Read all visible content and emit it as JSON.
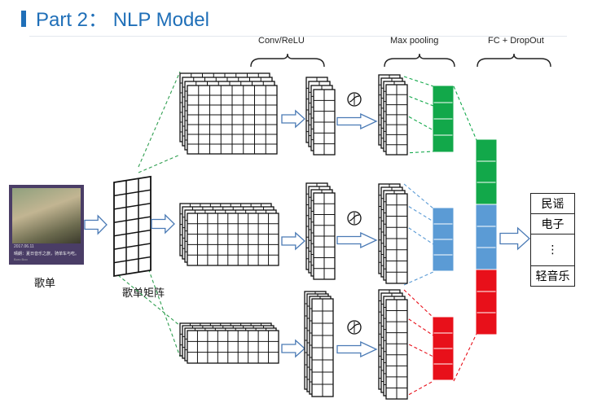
{
  "title": "Part 2： NLP Model",
  "colors": {
    "accent": "#1f6fb8",
    "green": "#12a84a",
    "blue": "#5b9bd5",
    "red": "#e8101a"
  },
  "stages": {
    "conv": "Conv/ReLU",
    "pool": "Max pooling",
    "fc": "FC + DropOut"
  },
  "labels": {
    "playlist": "歌单",
    "matrix": "歌单矩阵"
  },
  "cover": {
    "date": "2017.06.11",
    "caption": "晴朗：夏日音乐之旅，骑单车与吃。",
    "author": "Boro Boo"
  },
  "outputs": [
    "民谣",
    "电子",
    "⋮",
    "轻音乐"
  ]
}
